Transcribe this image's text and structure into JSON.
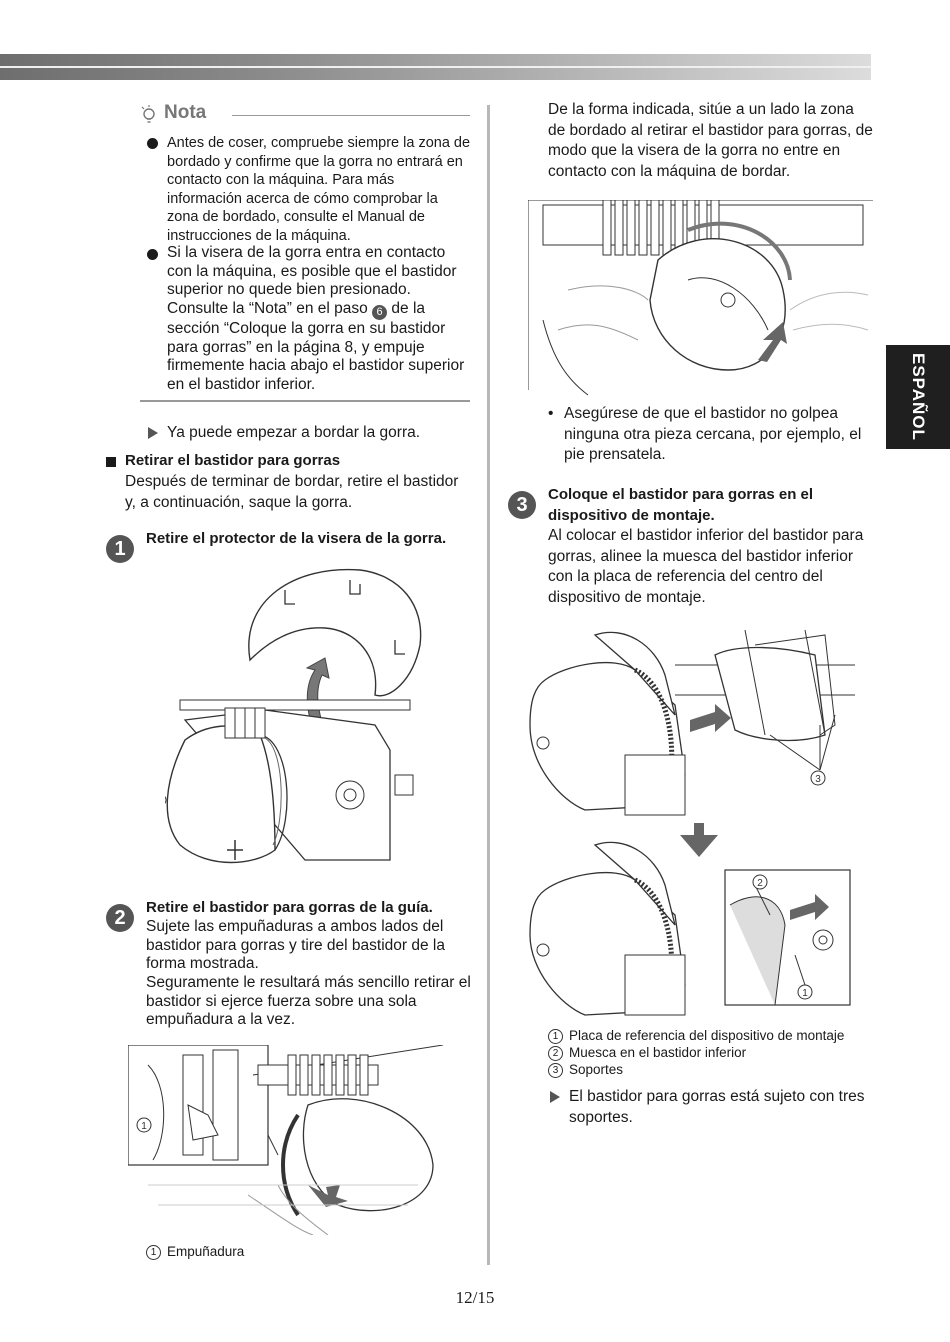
{
  "side_tab": "ESPAÑOL",
  "nota": {
    "title": "Nota",
    "bullets": [
      "Antes de coser, compruebe siempre la zona de bordado y confirme que la gorra no entrará en contacto con la máquina. Para más información acerca de cómo comprobar la zona de bordado, consulte el Manual de instrucciones de la máquina.",
      "Si la visera de la gorra entra en contacto con la máquina, es posible que el bastidor superior no quede bien presionado. Consulte la “Nota” en el paso",
      "6",
      "de la sección “Coloque la gorra en su bastidor para gorras” en la página 8, y empuje firmemente hacia abajo el bastidor superior en el bastidor inferior."
    ]
  },
  "ready_text": "Ya puede empezar a bordar la gorra.",
  "section": {
    "title": "Retirar el bastidor para gorras",
    "intro": "Después de terminar de bordar, retire el bastidor y, a continuación, saque la gorra."
  },
  "steps": [
    {
      "num": "1",
      "title": "Retire el protector de la visera de la gorra."
    },
    {
      "num": "2",
      "title": "Retire el bastidor para gorras de la guía.",
      "body": "Sujete las empuñaduras a ambos lados del bastidor para gorras y tire del bastidor de la forma mostrada.",
      "body2": "Seguramente le resultará más sencillo retirar el bastidor si ejerce fuerza sobre una sola empuñadura a la vez."
    },
    {
      "num": "3",
      "title": "Coloque el bastidor para gorras en el dispositivo de montaje.",
      "body": "Al colocar el bastidor inferior del bastidor para gorras, alinee la muesca del bastidor inferior con la placa de referencia del centro del dispositivo de montaje."
    }
  ],
  "step2_legend": [
    {
      "n": "1",
      "label": "Empuñadura"
    }
  ],
  "right_intro": "De la forma indicada, sitúe a un lado la zona de bordado al retirar el bastidor para gorras, de modo que la visera de la gorra no entre en contacto con la máquina de bordar.",
  "right_bullet": "Asegúrese de que el bastidor no golpea ninguna otra pieza cercana, por ejemplo, el pie prensatela.",
  "step3_legend": [
    {
      "n": "1",
      "label": "Placa de referencia del dispositivo de montaje"
    },
    {
      "n": "2",
      "label": "Muesca en el bastidor inferior"
    },
    {
      "n": "3",
      "label": "Soportes"
    }
  ],
  "step3_result": "El bastidor para gorras está sujeto con tres soportes.",
  "fig_labels": {
    "one": "1",
    "two": "2",
    "three": "3"
  },
  "page_number": "12/15"
}
